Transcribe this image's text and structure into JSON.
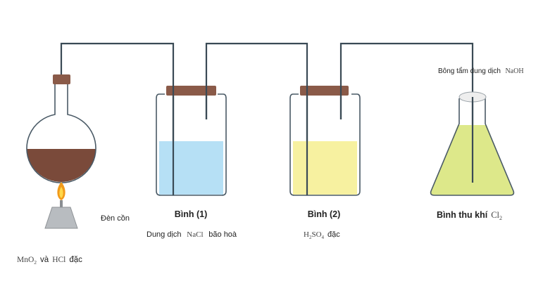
{
  "labels": {
    "alcohol_lamp": "Đèn cồn",
    "flask1_name": "Bình (1)",
    "flask1_desc_a": "Dung dịch",
    "flask1_desc_chem": "NaCl",
    "flask1_desc_b": "bão hoà",
    "flask2_name": "Bình (2)",
    "flask2_chem_a": "H",
    "flask2_chem_sub1": "2",
    "flask2_chem_b": "SO",
    "flask2_chem_sub2": "4",
    "flask2_desc": "đặc",
    "collector_name": "Bình thu khí",
    "collector_chem": "Cl",
    "collector_chem_sub": "2",
    "cotton_a": "Bông tẩm dung dịch",
    "cotton_chem": "NaOH",
    "reagents_chem1": "MnO",
    "reagents_chem1_sub": "2",
    "reagents_mid": "và",
    "reagents_chem2": "HCl",
    "reagents_end": "đặc"
  },
  "colors": {
    "tube": "#3a4a55",
    "glass": "#4a5a66",
    "mixture": "#7a4a3a",
    "stopper": "#8a5a48",
    "nacl_solution": "#b6e0f5",
    "h2so4_solution": "#f7f1a0",
    "chlorine_gas": "#dde88a",
    "flame_outer": "#f29a1a",
    "flame_inner": "#ffd84a",
    "burner": "#b8bcc0",
    "cotton": "#eeeeee"
  }
}
